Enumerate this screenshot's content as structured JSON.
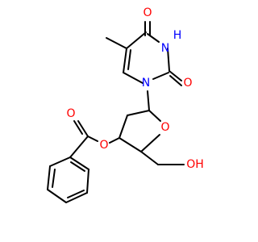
{
  "colors": {
    "bond": "#000000",
    "oxygen": "#ff0000",
    "nitrogen": "#0000ff",
    "background": "#ffffff"
  },
  "labels": {
    "o_top": "O",
    "nh": "H",
    "n_nh": "N",
    "o_right": "O",
    "n1": "N",
    "o_ring": "O",
    "o_ester": "O",
    "o_carbonyl": "O",
    "oh": "OH"
  }
}
